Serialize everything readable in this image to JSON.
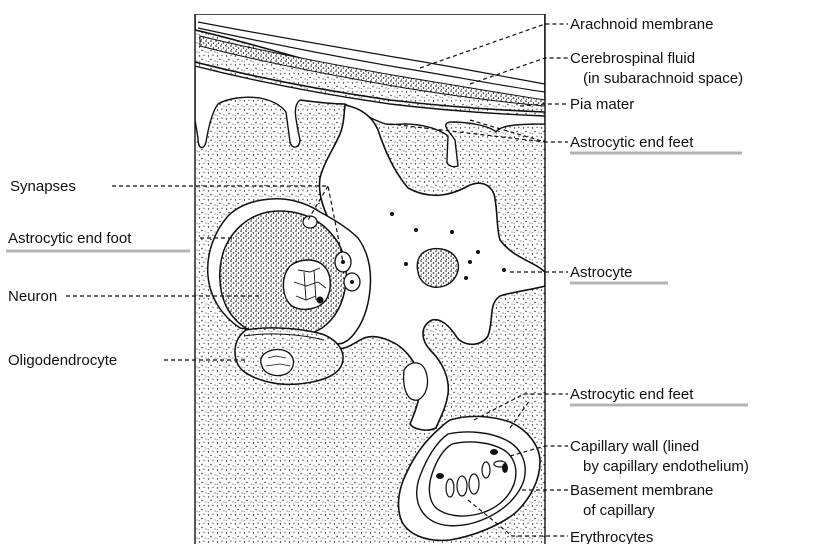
{
  "labels": {
    "arachnoid": "Arachnoid membrane",
    "csf_line1": "Cerebrospinal fluid",
    "csf_line2": "(in subarachnoid space)",
    "pia": "Pia mater",
    "end_feet_top": "Astrocytic end feet",
    "synapses": "Synapses",
    "end_foot": "Astrocytic end foot",
    "astrocyte": "Astrocyte",
    "neuron": "Neuron",
    "oligodendrocyte": "Oligodendrocyte",
    "end_feet_bottom": "Astrocytic end feet",
    "capillary_wall_line1": "Capillary wall (lined",
    "capillary_wall_line2": "by capillary endothelium)",
    "basement_line1": "Basement membrane",
    "basement_line2": "of capillary",
    "erythrocytes": "Erythrocytes"
  },
  "colors": {
    "ink": "#111111",
    "highlight": "#9a9a9a",
    "background": "#ffffff"
  }
}
